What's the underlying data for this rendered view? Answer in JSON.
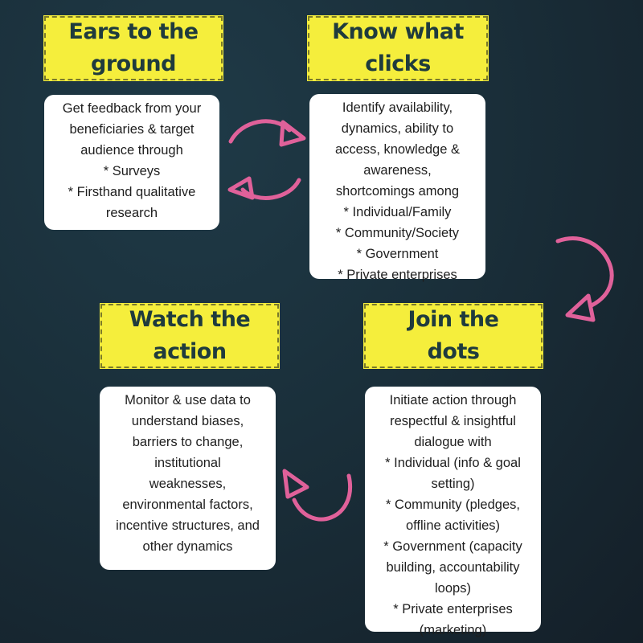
{
  "colors": {
    "background": "#1a2f3a",
    "title_fill": "#f5ee3c",
    "title_text": "#1f3b3d",
    "box_fill": "#ffffff",
    "arrow": "#e0619a"
  },
  "steps": [
    {
      "title": "Ears to the\nground",
      "lines": [
        "Get feedback from your",
        "beneficiaries & target",
        "audience through",
        "* Surveys",
        "* Firsthand qualitative",
        "research"
      ]
    },
    {
      "title": "Know what\nclicks",
      "lines": [
        "Identify availability,",
        "dynamics, ability to",
        "access, knowledge &",
        "awareness,",
        "shortcomings  among",
        "* Individual/Family",
        "* Community/Society",
        "* Government",
        "* Private enterprises"
      ]
    },
    {
      "title": "Watch the\naction",
      "lines": [
        "Monitor & use data to",
        "understand biases,",
        "barriers to change,",
        "institutional",
        "weaknesses,",
        "environmental factors,",
        "incentive structures, and",
        "other dynamics"
      ]
    },
    {
      "title": "Join the\ndots",
      "lines": [
        "Initiate action through",
        "respectful & insightful",
        "dialogue with",
        "* Individual (info & goal",
        "setting)",
        "* Community (pledges,",
        "offline activities)",
        "* Government (capacity",
        "building, accountability",
        "loops)",
        "* Private enterprises",
        "(marketing)"
      ]
    }
  ]
}
